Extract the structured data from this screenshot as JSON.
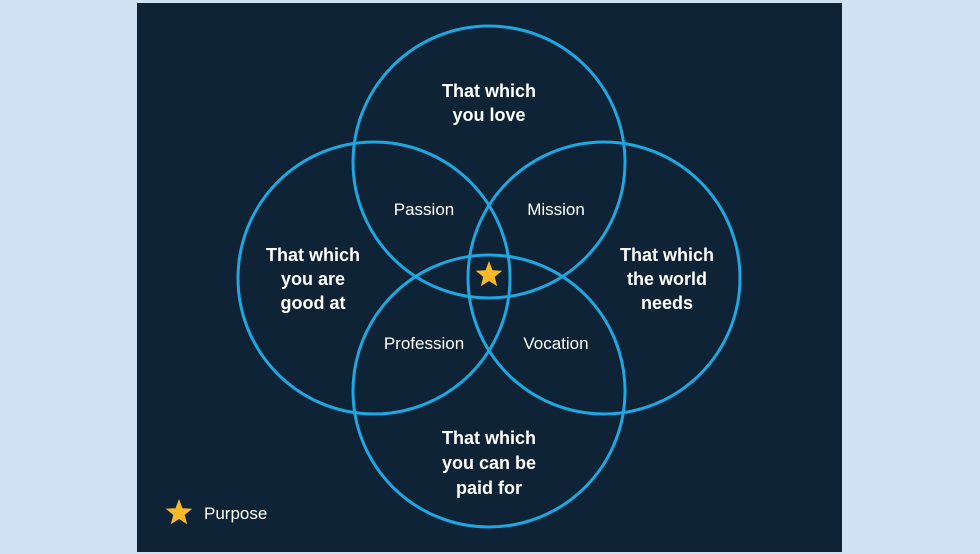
{
  "colors": {
    "page_background": "#cfe2f3",
    "panel_background": "#0e2436",
    "circle_stroke": "#1ea7e1",
    "text": "#ffffff",
    "star": "#f7b928"
  },
  "circles": {
    "top": {
      "line1": "That which",
      "line2": "you love"
    },
    "left": {
      "line1": "That which",
      "line2": "you are",
      "line3": "good at"
    },
    "right": {
      "line1": "That which",
      "line2": "the world",
      "line3": "needs"
    },
    "bottom": {
      "line1": "That which",
      "line2": "you can be",
      "line3": "paid for"
    }
  },
  "overlaps": {
    "top_left": "Passion",
    "top_right": "Mission",
    "bottom_left": "Profession",
    "bottom_right": "Vocation"
  },
  "center": {
    "icon": "star-icon"
  },
  "legend": {
    "icon": "star-icon",
    "label": "Purpose"
  }
}
